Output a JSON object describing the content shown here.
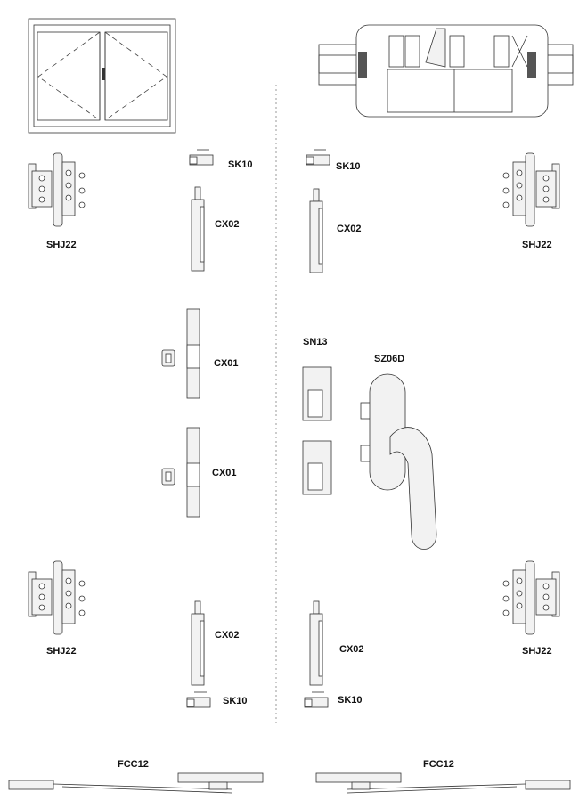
{
  "labels": {
    "sk10_top_left": "SK10",
    "sk10_top_right": "SK10",
    "cx02_top_left": "CX02",
    "cx02_top_right": "CX02",
    "shj22_top_left": "SHJ22",
    "shj22_top_right": "SHJ22",
    "cx01_upper": "CX01",
    "cx01_lower": "CX01",
    "sn13": "SN13",
    "sz06d": "SZ06D",
    "shj22_bottom_left": "SHJ22",
    "shj22_bottom_right": "SHJ22",
    "cx02_bottom_left": "CX02",
    "cx02_bottom_right": "CX02",
    "sk10_bottom_left": "SK10",
    "sk10_bottom_right": "SK10",
    "fcc12_left": "FCC12",
    "fcc12_right": "FCC12"
  }
}
